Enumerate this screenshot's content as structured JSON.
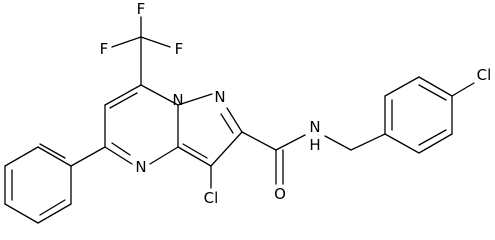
{
  "molecule": {
    "atoms": {
      "f_top": "F",
      "f_left": "F",
      "f_right": "F",
      "n_bridge": "N",
      "n_pyrazole": "N",
      "n_pyrimidine": "N",
      "cl_core": "Cl",
      "o_amide": "O",
      "nh_amide": "N",
      "h_amide": "H",
      "cl_aryl": "Cl"
    }
  }
}
